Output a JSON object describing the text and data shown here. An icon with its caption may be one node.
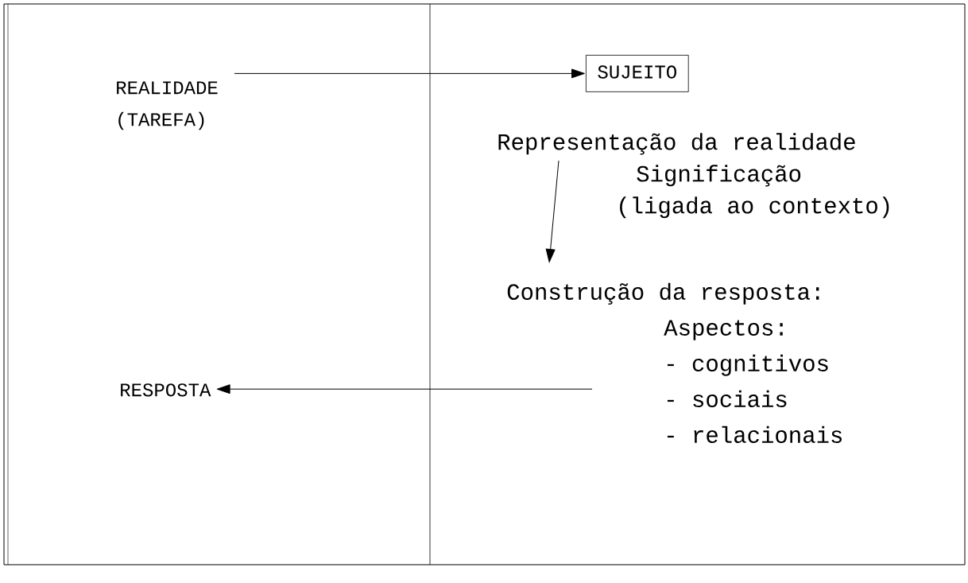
{
  "diagram": {
    "nodes": [
      {
        "text": [
          "REALIDADE",
          "(TAREFA)"
        ]
      },
      {
        "text": [
          "SUJEITO"
        ]
      },
      {
        "text": [
          "Representação da realidade",
          "Significação",
          "(ligada ao contexto)"
        ]
      },
      {
        "text": [
          "Construção da resposta:",
          "Aspectos:",
          "- cognitivos",
          "- sociais",
          "- relacionais"
        ]
      },
      {
        "text": [
          "RESPOSTA"
        ]
      }
    ],
    "edges": [
      {
        "from": 0,
        "to": 1,
        "arrow": "to"
      },
      {
        "from": 2,
        "to": 3,
        "arrow": "to"
      },
      {
        "from": 3,
        "to": 4,
        "arrow": "to"
      }
    ]
  }
}
